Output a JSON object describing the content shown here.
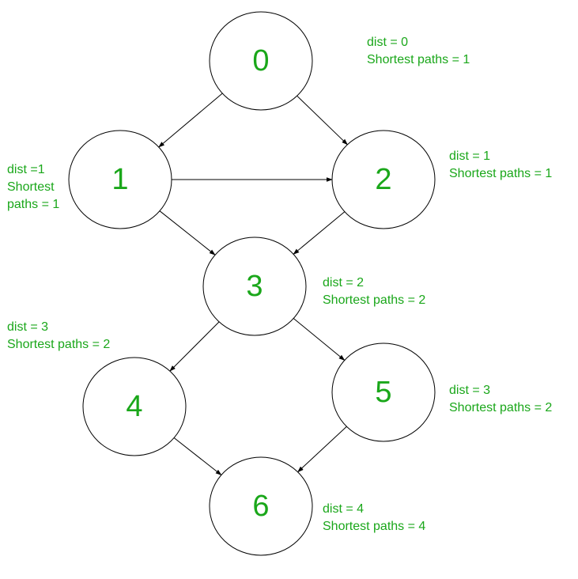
{
  "colors": {
    "node_label": "#1aa71a",
    "annotation": "#1aa71a",
    "edge": "#000000",
    "node_border": "#000000",
    "background": "#ffffff"
  },
  "nodes": [
    {
      "id": "0",
      "label": "0"
    },
    {
      "id": "1",
      "label": "1"
    },
    {
      "id": "2",
      "label": "2"
    },
    {
      "id": "3",
      "label": "3"
    },
    {
      "id": "4",
      "label": "4"
    },
    {
      "id": "5",
      "label": "5"
    },
    {
      "id": "6",
      "label": "6"
    }
  ],
  "edges": [
    {
      "from": "0",
      "to": "1"
    },
    {
      "from": "0",
      "to": "2"
    },
    {
      "from": "1",
      "to": "2"
    },
    {
      "from": "1",
      "to": "3"
    },
    {
      "from": "2",
      "to": "3"
    },
    {
      "from": "3",
      "to": "4"
    },
    {
      "from": "3",
      "to": "5"
    },
    {
      "from": "4",
      "to": "6"
    },
    {
      "from": "5",
      "to": "6"
    }
  ],
  "annotations": [
    {
      "node": "0",
      "lines": [
        "dist = 0",
        "Shortest paths = 1"
      ]
    },
    {
      "node": "1",
      "lines": [
        "dist =1",
        "Shortest",
        "paths = 1"
      ]
    },
    {
      "node": "2",
      "lines": [
        "dist = 1",
        "Shortest paths = 1"
      ]
    },
    {
      "node": "3",
      "lines": [
        "dist = 2",
        "Shortest paths = 2"
      ]
    },
    {
      "node": "4",
      "lines": [
        "dist = 3",
        "Shortest paths = 2"
      ]
    },
    {
      "node": "5",
      "lines": [
        "dist = 3",
        "Shortest paths = 2"
      ]
    },
    {
      "node": "6",
      "lines": [
        "dist = 4",
        "Shortest paths = 4"
      ]
    }
  ]
}
